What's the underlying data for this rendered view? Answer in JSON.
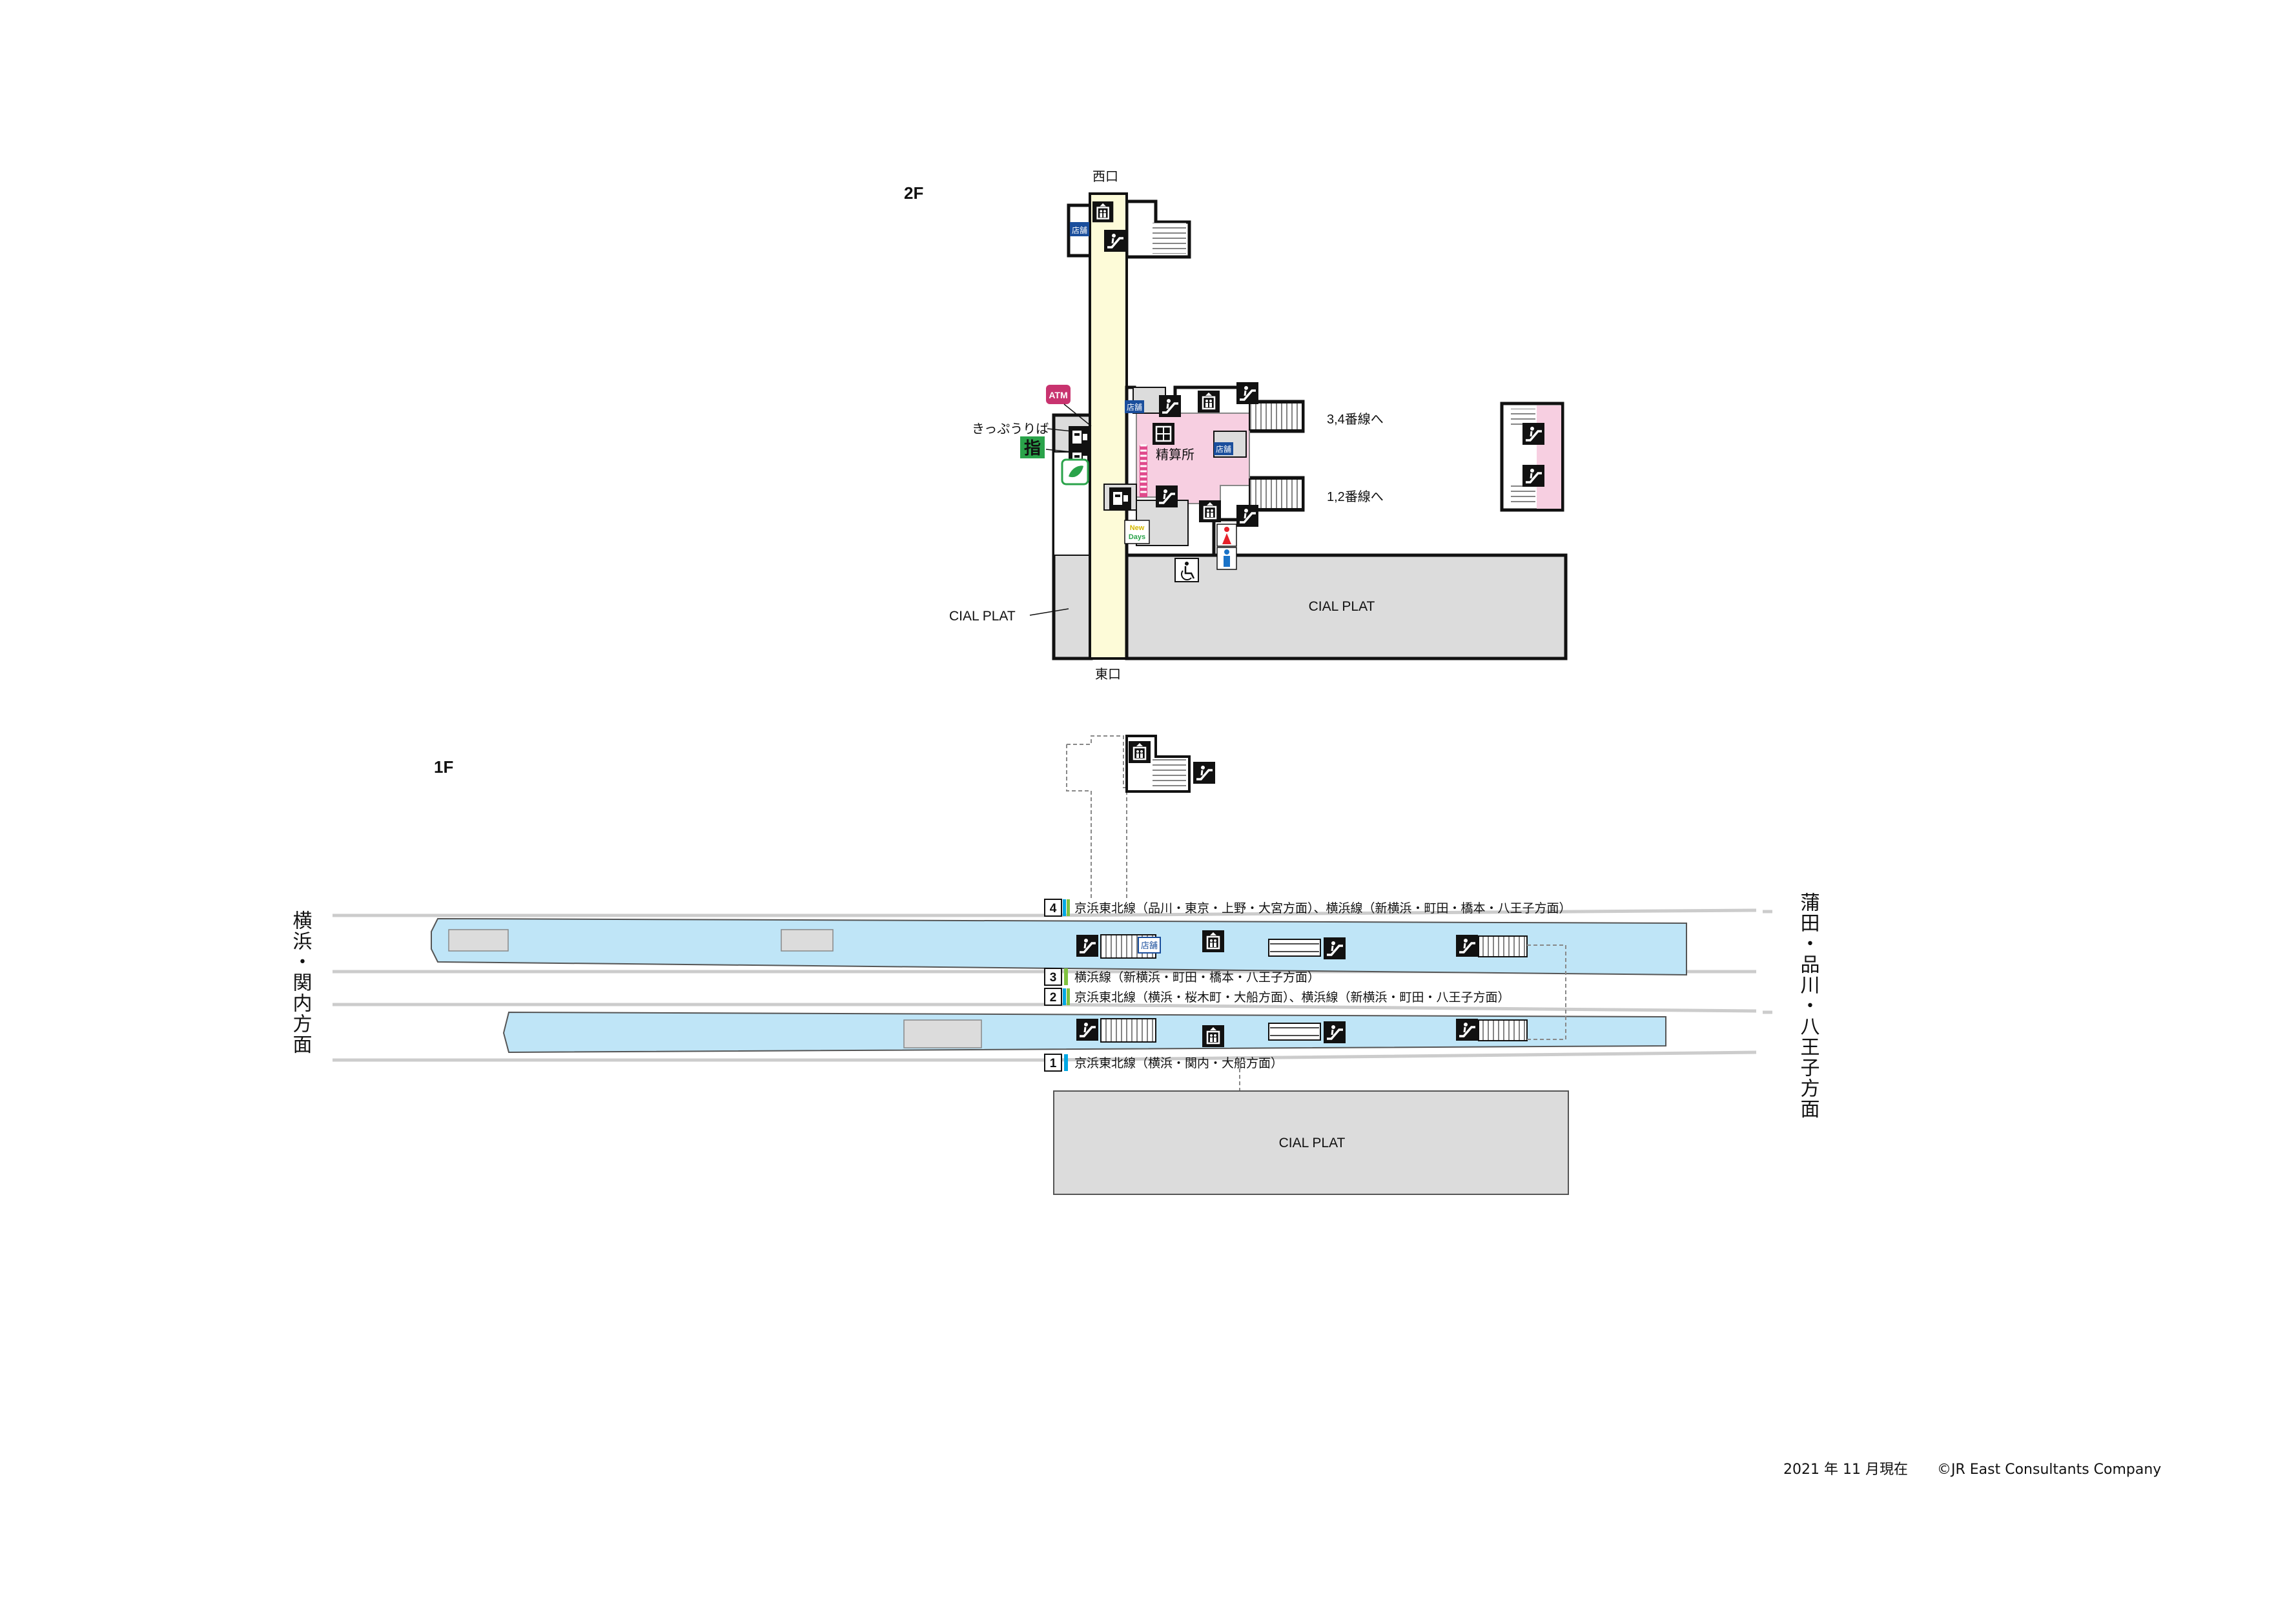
{
  "floors": {
    "upper_label": "2F",
    "lower_label": "1F"
  },
  "exits": {
    "west": "西口",
    "east": "東口"
  },
  "labels_2f": {
    "ticket_sales": "きっぷうりば",
    "fare_adjust": "精算所",
    "to_platform_34": "3,4番線へ",
    "to_platform_12": "1,2番線へ",
    "cial_left": "CIAL PLAT",
    "cial_right": "CIAL PLAT",
    "atm": "ATM",
    "reserved": "指",
    "shop": "店舗",
    "newdays_1": "New",
    "newdays_2": "Days"
  },
  "labels_1f": {
    "cial_bottom": "CIAL PLAT",
    "shop": "店舗"
  },
  "directions": {
    "left": "横浜・関内方面",
    "right": "蒲田・品川・八王子方面"
  },
  "tracks": [
    {
      "number": "4",
      "text": "京浜東北線（品川・東京・上野・大宮方面）、横浜線（新横浜・町田・橋本・八王子方面）",
      "colors": [
        "#00a7e3",
        "#80c241"
      ]
    },
    {
      "number": "3",
      "text": "横浜線（新横浜・町田・橋本・八王子方面）",
      "colors": [
        "#80c241"
      ]
    },
    {
      "number": "2",
      "text": "京浜東北線（横浜・桜木町・大船方面）、横浜線（新横浜・町田・八王子方面）",
      "colors": [
        "#00a7e3",
        "#80c241"
      ]
    },
    {
      "number": "1",
      "text": "京浜東北線（横浜・関内・大船方面）",
      "colors": [
        "#00a7e3"
      ]
    }
  ],
  "footer": {
    "date": "2021 年 11 月現在",
    "copyright": "©JR East Consultants Company"
  },
  "colors": {
    "concourse_yellow": "#fdfbd8",
    "gate_pink": "#f7cfe1",
    "platform_blue": "#bfe5f7",
    "facility_gray": "#dcdcdc",
    "atm_magenta": "#c8336f",
    "reserved_green": "#2aa34a"
  }
}
